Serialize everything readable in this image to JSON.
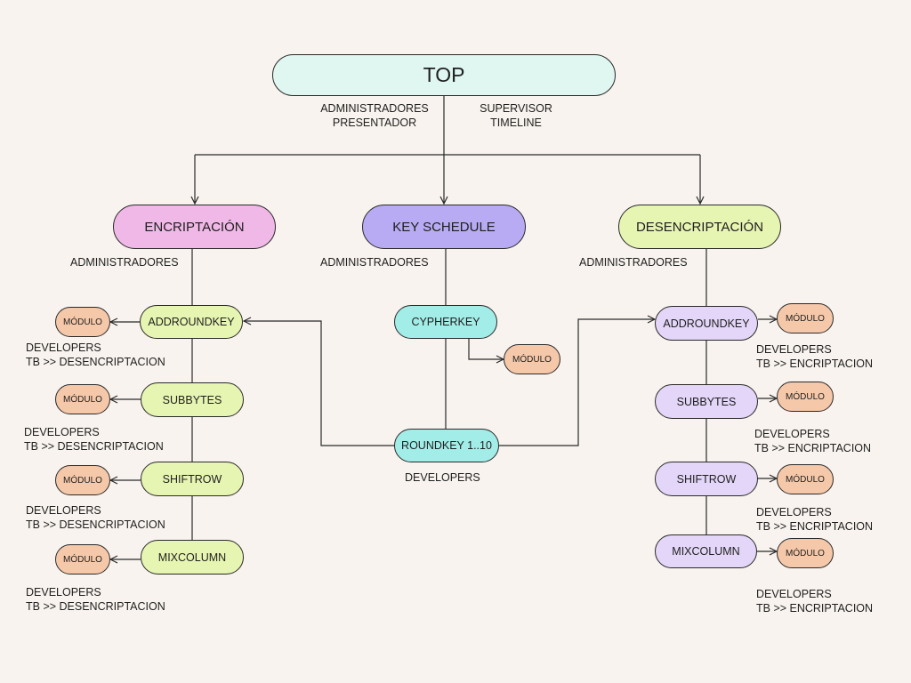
{
  "colors": {
    "background": "#f8f3ee",
    "top": "#dff6f1",
    "encrypt": "#f0b8e6",
    "keyschedule": "#b8abf4",
    "decrypt": "#e6f5b1",
    "encrypt_sub": "#e6f5b1",
    "key_sub": "#a3ede8",
    "decrypt_sub": "#e4d6f8",
    "module": "#f5c8a9"
  },
  "top": {
    "label": "TOP",
    "left_roles": [
      "ADMINISTRADORES",
      "PRESENTADOR"
    ],
    "right_roles": [
      "SUPERVISOR",
      "TIMELINE"
    ]
  },
  "encryption": {
    "label": "ENCRIPTACIÓN",
    "role": "ADMINISTRADORES",
    "steps": [
      {
        "label": "ADDROUNDKEY",
        "module": "MÓDULO",
        "note1": "DEVELOPERS",
        "note2": "TB >> DESENCRIPTACION"
      },
      {
        "label": "SUBBYTES",
        "module": "MÓDULO",
        "note1": "DEVELOPERS",
        "note2": "TB >> DESENCRIPTACION"
      },
      {
        "label": "SHIFTROW",
        "module": "MÓDULO",
        "note1": "DEVELOPERS",
        "note2": "TB >> DESENCRIPTACION"
      },
      {
        "label": "MIXCOLUMN",
        "module": "MÓDULO",
        "note1": "DEVELOPERS",
        "note2": "TB >> DESENCRIPTACION"
      }
    ]
  },
  "key_schedule": {
    "label": "KEY SCHEDULE",
    "role": "ADMINISTRADORES",
    "cypherkey": "CYPHERKEY",
    "module": "MÓDULO",
    "roundkey": "ROUNDKEY 1..10",
    "roundkey_note": "DEVELOPERS"
  },
  "decryption": {
    "label": "DESENCRIPTACIÓN",
    "role": "ADMINISTRADORES",
    "steps": [
      {
        "label": "ADDROUNDKEY",
        "module": "MÓDULO",
        "note1": "DEVELOPERS",
        "note2": "TB >> ENCRIPTACION"
      },
      {
        "label": "SUBBYTES",
        "module": "MÓDULO",
        "note1": "DEVELOPERS",
        "note2": "TB >> ENCRIPTACION"
      },
      {
        "label": "SHIFTROW",
        "module": "MÓDULO",
        "note1": "DEVELOPERS",
        "note2": "TB >> ENCRIPTACION"
      },
      {
        "label": "MIXCOLUMN",
        "module": "MÓDULO",
        "note1": "DEVELOPERS",
        "note2": "TB >> ENCRIPTACION"
      }
    ]
  }
}
